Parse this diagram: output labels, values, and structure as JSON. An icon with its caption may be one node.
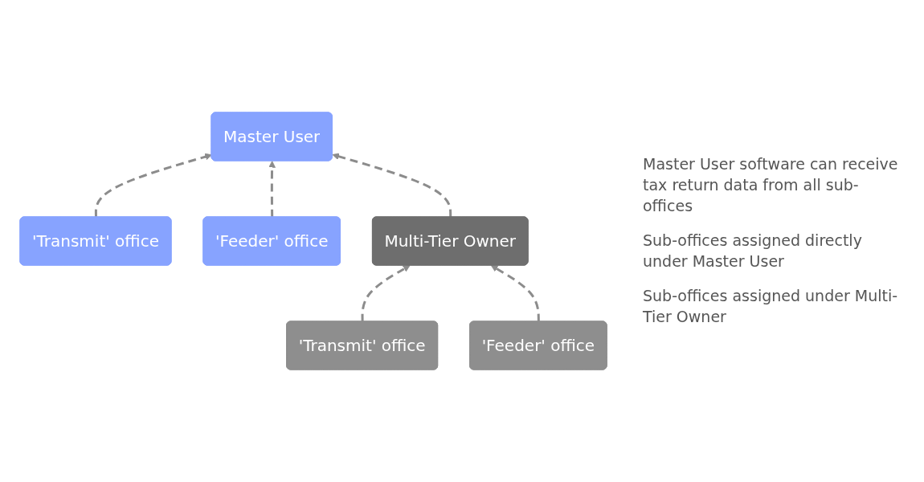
{
  "diagram": {
    "nodes": [
      {
        "text": [
          "Master User"
        ]
      },
      {
        "text": [
          "'Transmit' office"
        ]
      },
      {
        "text": [
          "'Feeder' office"
        ]
      },
      {
        "text": [
          "Multi-Tier Owner"
        ]
      },
      {
        "text": [
          "'Transmit' office"
        ]
      },
      {
        "text": [
          "'Feeder' office"
        ]
      }
    ],
    "edges": [
      {
        "from": 1,
        "to": 0,
        "arrow": "to",
        "style": "dashed"
      },
      {
        "from": 2,
        "to": 0,
        "arrow": "to",
        "style": "dashed"
      },
      {
        "from": 3,
        "to": 0,
        "arrow": "to",
        "style": "dashed"
      },
      {
        "from": 4,
        "to": 3,
        "arrow": "to",
        "style": "dashed"
      },
      {
        "from": 5,
        "to": 3,
        "arrow": "to",
        "style": "dashed"
      }
    ],
    "labels": [
      "Master User software can receive tax return data from all sub-offices",
      "Sub-offices assigned directly under Master User",
      "Sub-offices assigned under Multi-Tier Owner"
    ]
  }
}
